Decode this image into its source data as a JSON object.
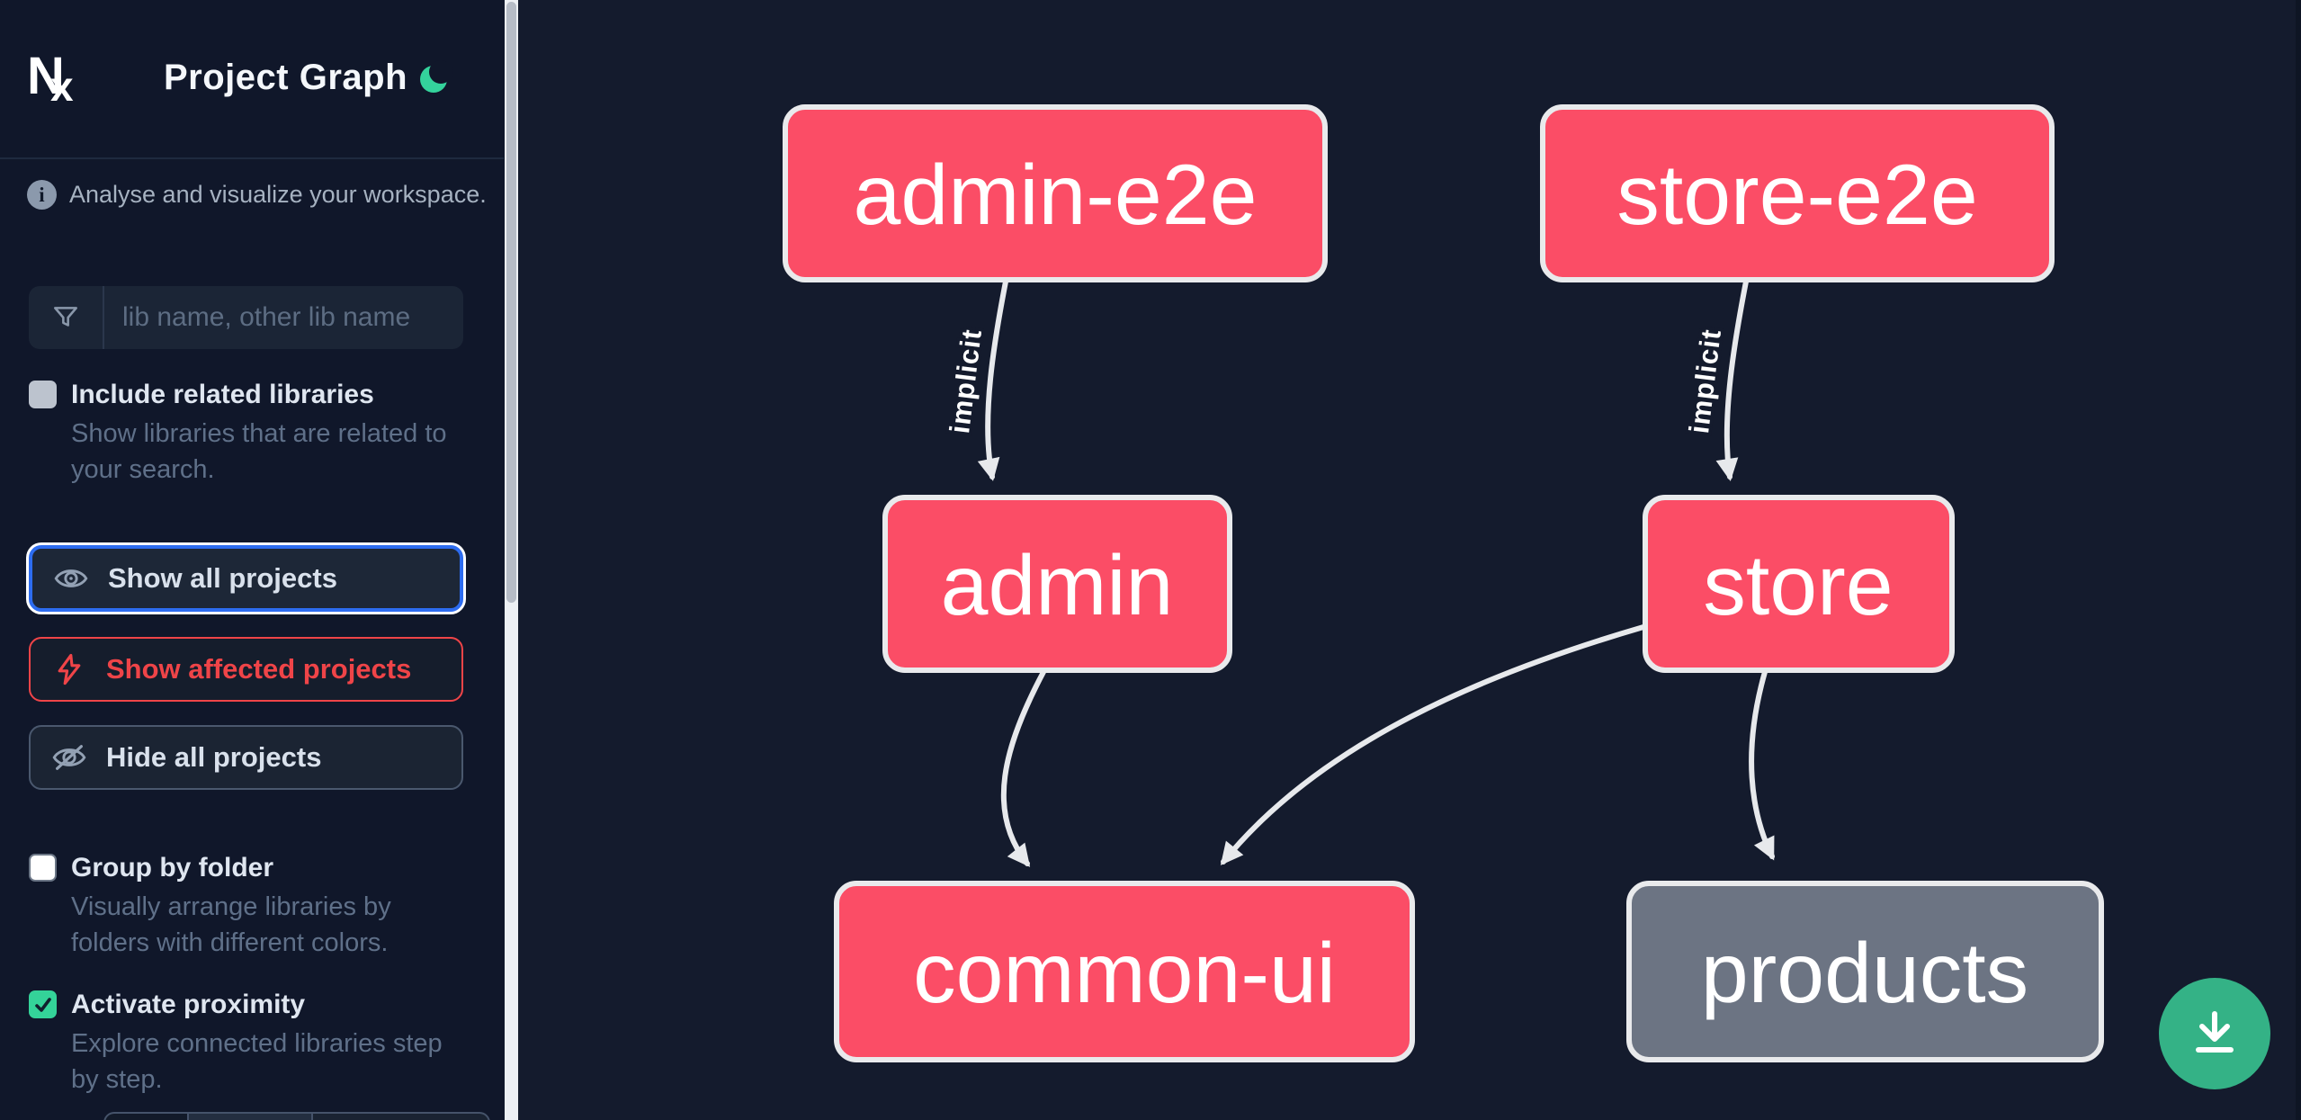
{
  "app": {
    "logo_text": "Nx",
    "title": "Project Graph"
  },
  "sidebar": {
    "tagline": "Analyse and visualize your workspace.",
    "filter": {
      "placeholder": "lib name, other lib name",
      "value": ""
    },
    "checkboxes": {
      "include_related": {
        "label": "Include related libraries",
        "description_lines": [
          "Show libraries that are related to",
          "your search."
        ],
        "checked": false
      },
      "group_by_folder": {
        "label": "Group by folder",
        "description_lines": [
          "Visually arrange libraries by",
          "folders with different colors."
        ],
        "checked": false
      },
      "activate_proximity": {
        "label": "Activate proximity",
        "description_lines": [
          "Explore connected libraries step",
          "by step."
        ],
        "checked": true
      }
    },
    "buttons": {
      "show_all": {
        "label": "Show all projects",
        "icon": "eye-icon"
      },
      "show_affected": {
        "label": "Show affected projects",
        "icon": "bolt-icon"
      },
      "hide_all": {
        "label": "Hide all projects",
        "icon": "eye-off-icon"
      }
    }
  },
  "graph": {
    "nodes": [
      {
        "id": "admin-e2e",
        "label": "admin-e2e",
        "status": "affected"
      },
      {
        "id": "store-e2e",
        "label": "store-e2e",
        "status": "affected"
      },
      {
        "id": "admin",
        "label": "admin",
        "status": "affected"
      },
      {
        "id": "store",
        "label": "store",
        "status": "affected"
      },
      {
        "id": "common-ui",
        "label": "common-ui",
        "status": "affected"
      },
      {
        "id": "products",
        "label": "products",
        "status": "unaffected"
      }
    ],
    "edges": [
      {
        "from": "admin-e2e",
        "to": "admin",
        "type": "implicit",
        "label": "implicit"
      },
      {
        "from": "store-e2e",
        "to": "store",
        "type": "implicit",
        "label": "implicit"
      },
      {
        "from": "admin",
        "to": "common-ui",
        "type": "static"
      },
      {
        "from": "store",
        "to": "common-ui",
        "type": "static"
      },
      {
        "from": "store",
        "to": "products",
        "type": "static"
      }
    ]
  },
  "colors": {
    "affected_node": "#fb4d66",
    "unaffected_node": "#6c7483",
    "node_border": "#e9eaec",
    "edge": "#e7e9ec",
    "focus_blue": "#2d6cf0",
    "danger_red": "#ef4448",
    "accent_green": "#34d399",
    "fab_green": "#34b286"
  },
  "fab": {
    "icon": "download-icon"
  }
}
